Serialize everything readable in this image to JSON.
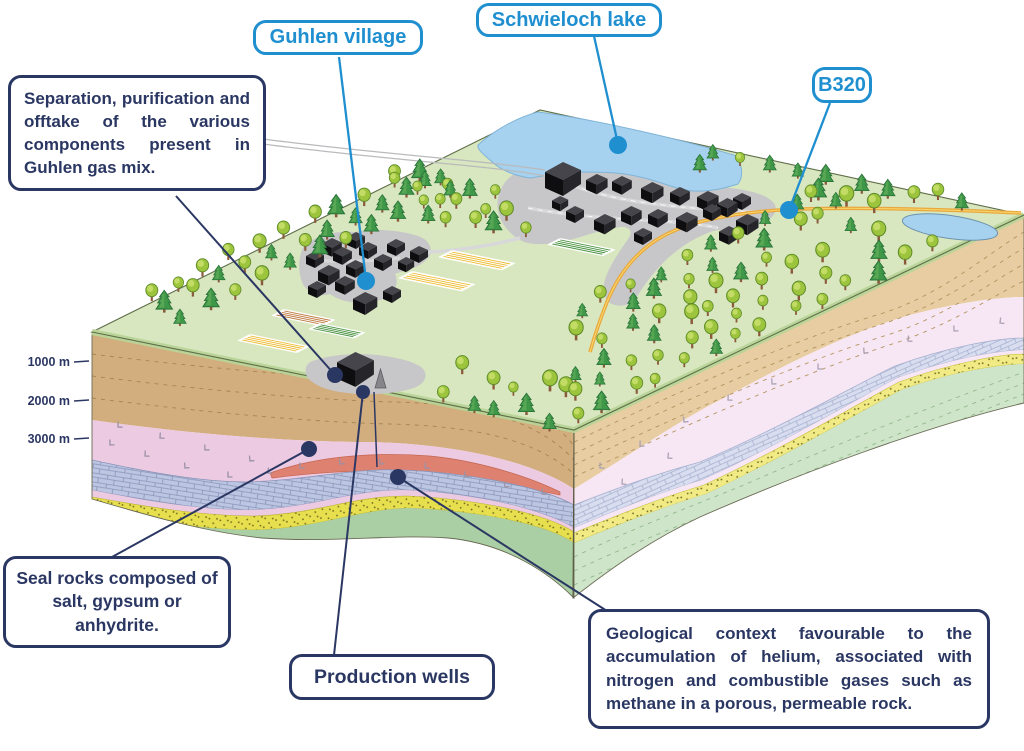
{
  "title": "Guhlen helium project – geological block diagram",
  "callouts": {
    "separation": {
      "text": "Separation, purification and offtake of the various components present in Guhlen gas mix."
    },
    "guhlen_village": {
      "text": "Guhlen village"
    },
    "schwieloch_lake": {
      "text": "Schwieloch lake"
    },
    "b320": {
      "text": "B320"
    },
    "seal_rocks": {
      "text": "Seal rocks composed of salt, gypsum or anhydrite."
    },
    "production_wells": {
      "text": "Production wells"
    },
    "geological_context": {
      "text": "Geological context favourable to the accumulation of helium, associated with nitrogen and combustible gases such as methane in a porous, permeable rock."
    }
  },
  "depth_scale": {
    "items": [
      "1000 m",
      "2000 m",
      "3000 m"
    ]
  },
  "colors": {
    "accent_blue": "#1f8fd0",
    "accent_navy": "#2b3763",
    "grass": "#d8e7bf",
    "lake": "#a7d2ef",
    "road_b320": "#e9a83e",
    "village_pad": "#c7c7c9",
    "layer_tan_front": "#d2ae7e",
    "layer_tan_right": "#e7cda1",
    "layer_seal_pink_front": "#eccae2",
    "layer_seal_pink_right": "#f7e6f3",
    "layer_reservoir_red": "#df8170",
    "layer_limestone_front": "#bcc6e2",
    "layer_limestone_right": "#d8def0",
    "layer_sandstone_front": "#e7df4e",
    "layer_sandstone_right": "#f1ea85",
    "layer_basement_front": "#abcfa4",
    "layer_basement_right": "#cfe5c9"
  },
  "markers": {
    "village_dot": "blue-dot-icon",
    "lake_dot": "blue-dot-icon",
    "road_dot": "blue-dot-icon",
    "plant_dot": "navy-dot-icon",
    "wellhead_dot": "navy-dot-icon",
    "seal_rock_dot": "navy-dot-icon",
    "reservoir_dot": "navy-dot-icon"
  }
}
